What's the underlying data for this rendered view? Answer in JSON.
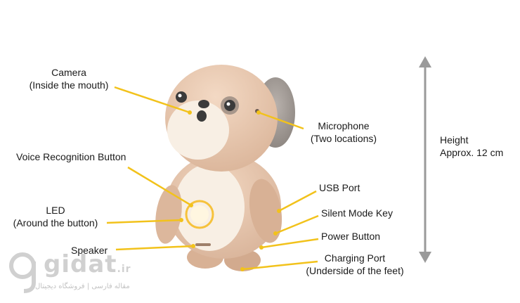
{
  "labels": {
    "camera": {
      "line1": "Camera",
      "line2": "(Inside the mouth)"
    },
    "voice": {
      "line1": "Voice Recognition Button"
    },
    "led": {
      "line1": "LED",
      "line2": "(Around the button)"
    },
    "speaker": {
      "line1": "Speaker"
    },
    "microphone": {
      "line1": "Microphone",
      "line2": "(Two locations)"
    },
    "usb": {
      "line1": "USB Port"
    },
    "silent": {
      "line1": "Silent Mode Key"
    },
    "power": {
      "line1": "Power Button"
    },
    "charging": {
      "line1": "Charging Port",
      "line2": "(Underside of the feet)"
    },
    "height": {
      "line1": "Height",
      "line2": "Approx. 12 cm"
    }
  },
  "watermark": {
    "brand": "gidat",
    "tld": ".ir",
    "tagline": "مقاله فارسی | فروشگاه دیجیتال"
  },
  "colors": {
    "leader": "#f2c21b",
    "arrow": "#9a9a9a",
    "body": "#e9c8b0",
    "belly": "#f8efe4",
    "ear": "#a8a19d",
    "led": "#f6c23c",
    "text": "#1a1a1a"
  }
}
